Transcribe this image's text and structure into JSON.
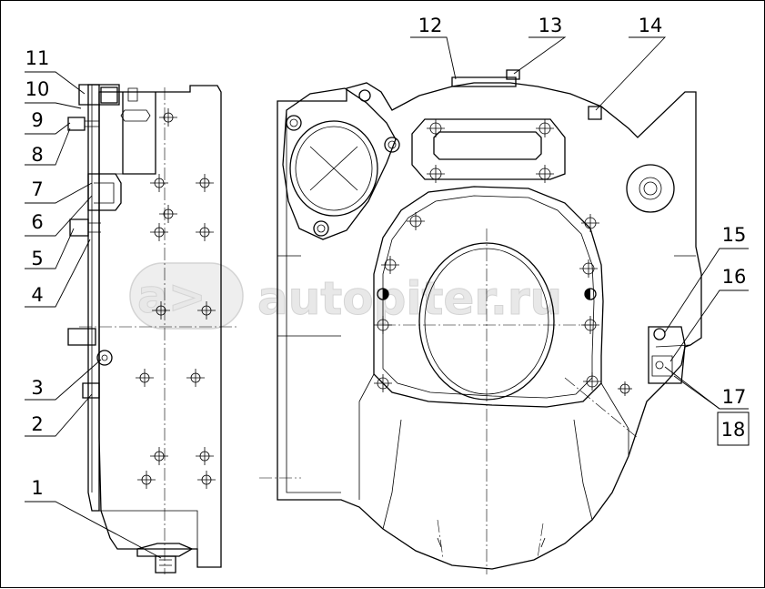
{
  "diagram": {
    "watermark": {
      "text": "autopiter.ru",
      "logo_glyph": "a>"
    },
    "callouts": [
      {
        "id": "c1",
        "label": "1"
      },
      {
        "id": "c2",
        "label": "2"
      },
      {
        "id": "c3",
        "label": "3"
      },
      {
        "id": "c4",
        "label": "4"
      },
      {
        "id": "c5",
        "label": "5"
      },
      {
        "id": "c6",
        "label": "6"
      },
      {
        "id": "c7",
        "label": "7"
      },
      {
        "id": "c8",
        "label": "8"
      },
      {
        "id": "c9",
        "label": "9"
      },
      {
        "id": "c10",
        "label": "10"
      },
      {
        "id": "c11",
        "label": "11"
      },
      {
        "id": "c12",
        "label": "12"
      },
      {
        "id": "c13",
        "label": "13"
      },
      {
        "id": "c14",
        "label": "14"
      },
      {
        "id": "c15",
        "label": "15"
      },
      {
        "id": "c16",
        "label": "16"
      },
      {
        "id": "c17",
        "label": "17"
      },
      {
        "id": "c18",
        "label": "18"
      }
    ]
  }
}
